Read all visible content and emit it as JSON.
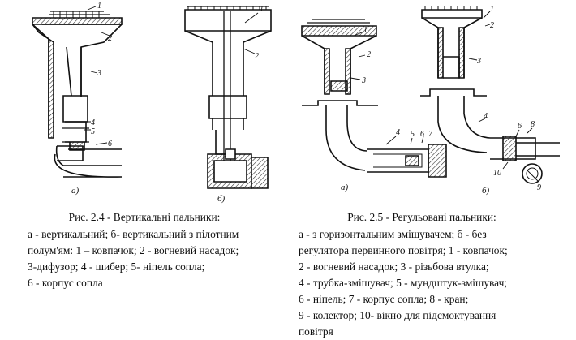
{
  "figure_24": {
    "caption_title": "Рис. 2.4 - Вертикальні пальники:",
    "caption_lines": [
      "а - вертикальний; б- вертикальний з пілотним",
      "полум'ям: 1 – ковпачок; 2 - вогневий насадок;",
      "3-дифузор; 4 - шибер; 5- ніпель сопла;",
      "6 - корпус сопла"
    ],
    "sublabel_a": "а)",
    "sublabel_b": "б)",
    "callouts_a": [
      "1",
      "2",
      "3",
      "4",
      "5",
      "6"
    ],
    "callouts_b": [
      "1",
      "2"
    ]
  },
  "figure_25": {
    "caption_title": "Рис. 2.5 - Регульовані пальники:",
    "caption_lines": [
      "а - з горизонтальним змішувачем; б - без",
      "регулятора первинного повітря; 1 - ковпачок;",
      "2 - вогневий насадок; 3 - різьбова втулка;",
      "4 - трубка-змішувач; 5 - мундштук-змішувач;",
      "6 - ніпель; 7 - корпус сопла; 8 - кран;",
      "9 - колектор; 10- вікно для підсмоктування",
      "повітря"
    ],
    "sublabel_a": "а)",
    "sublabel_b": "б)",
    "callouts_a": [
      "1",
      "2",
      "3",
      "4",
      "5",
      "6",
      "7"
    ],
    "callouts_b": [
      "1",
      "2",
      "3",
      "4",
      "6",
      "8",
      "9",
      "10"
    ]
  }
}
